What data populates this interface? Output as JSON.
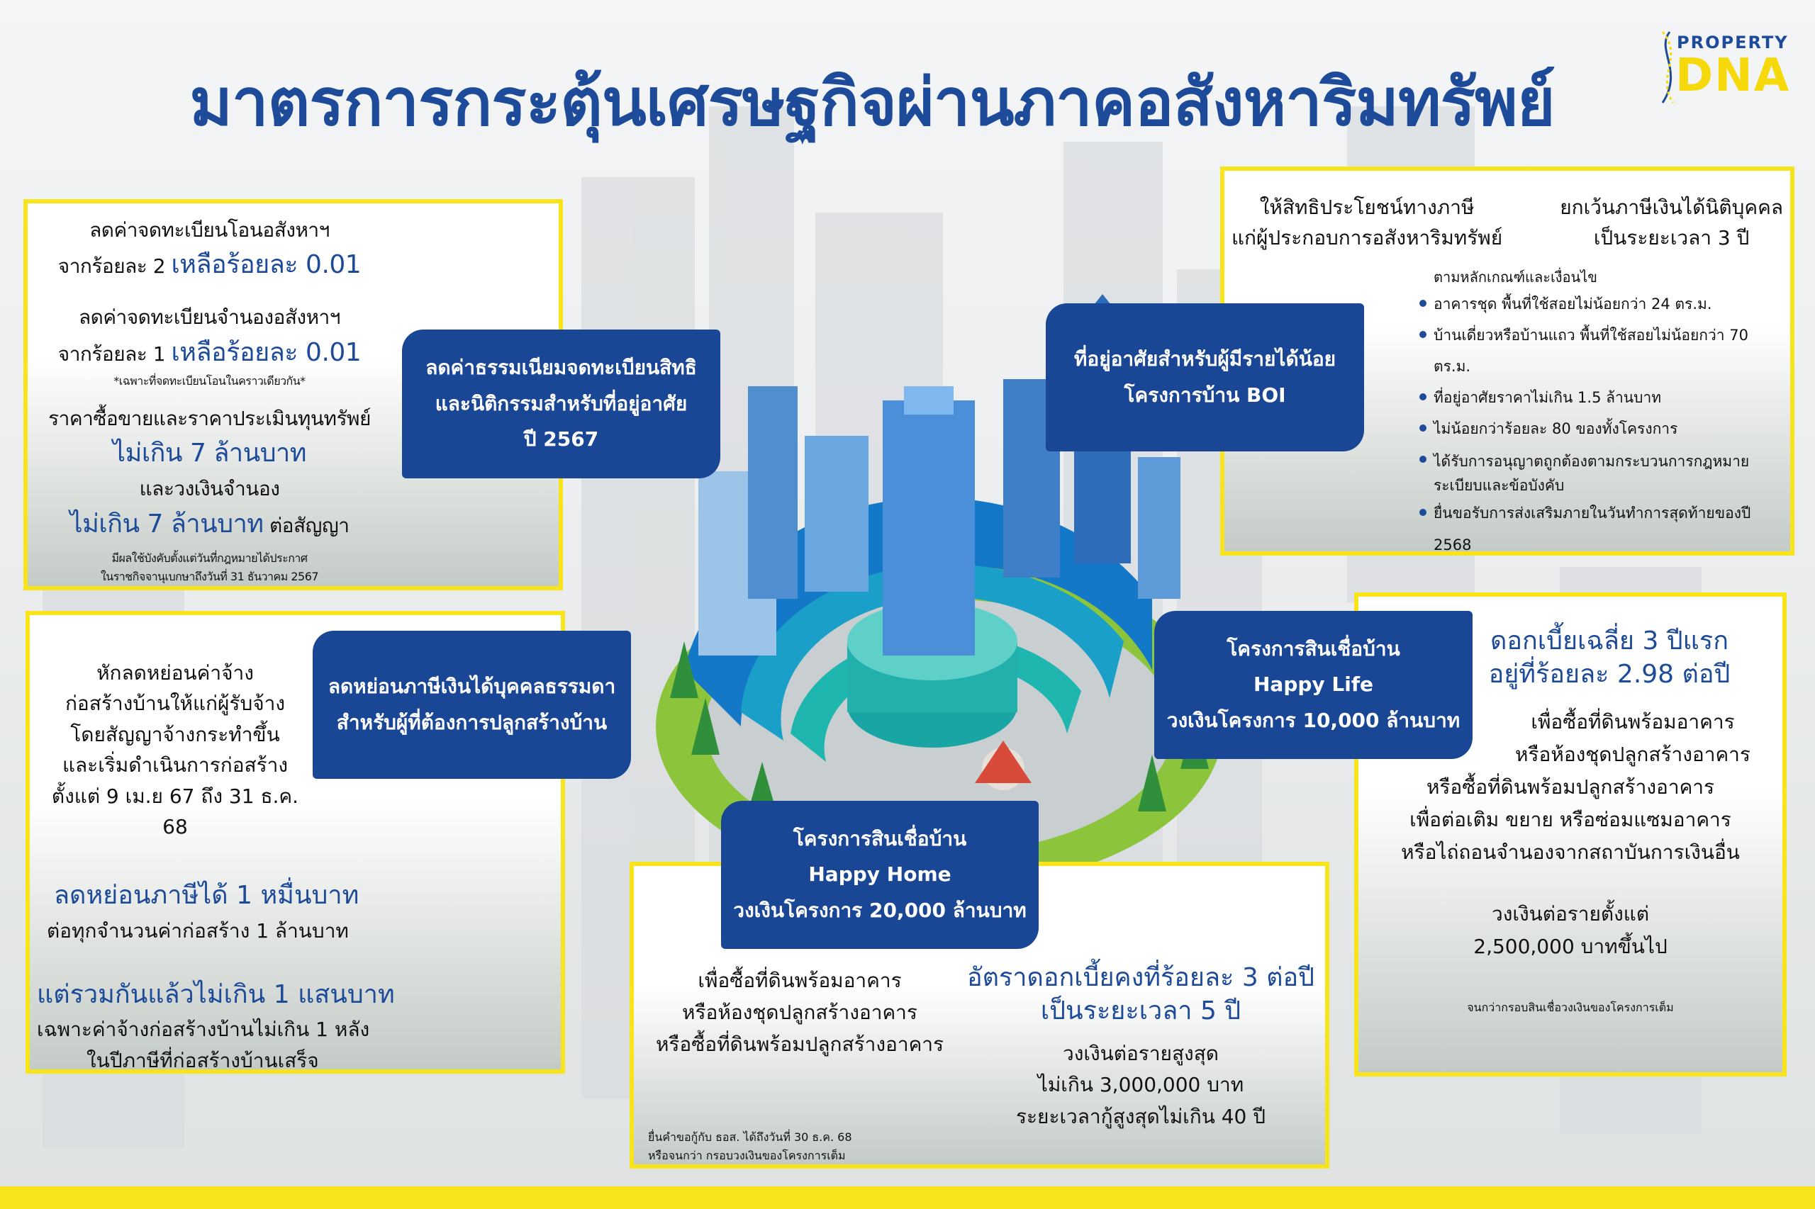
{
  "title": "มาตรการกระตุ้นเศรษฐกิจผ่านภาคอสังหาริมทรัพย์",
  "logo": {
    "top": "PROPERTY",
    "bottom": "DNA"
  },
  "colors": {
    "brand_blue": "#1a4696",
    "accent_yellow": "#f7e41a",
    "highlight_blue": "#1d4b9a"
  },
  "box1": {
    "l1": "ลดค่าจดทะเบียนโอนอสังหาฯ",
    "l2a": "จากร้อยละ 2 ",
    "l2b": "เหลือร้อยละ 0.01",
    "l3": "ลดค่าจดทะเบียนจำนองอสังหาฯ",
    "l4a": "จากร้อยละ 1 ",
    "l4b": "เหลือร้อยละ 0.01",
    "note1": "*เฉพาะที่จดทะเบียนโอนในคราวเดียวกัน*",
    "l5": "ราคาซื้อขายและราคาประเมินทุนทรัพย์",
    "l6": "ไม่เกิน 7 ล้านบาท",
    "l7": "และวงเงินจำนอง",
    "l8a": "ไม่เกิน 7 ล้านบาท",
    "l8b": " ต่อสัญญา",
    "note2": "มีผลใช้บังคับตั้งแต่วันที่กฎหมายได้ประกาศ",
    "note3": "ในราชกิจจานุเบกษาถึงวันที่ 31 ธันวาคม 2567"
  },
  "label1": [
    "ลดค่าธรรมเนียมจดทะเบียนสิทธิ",
    "และนิติกรรมสำหรับที่อยู่อาศัย",
    "ปี 2567"
  ],
  "box2": {
    "c1": [
      "ให้สิทธิประโยชน์ทางภาษี",
      "แก่ผู้ประกอบการอสังหาริมทรัพย์"
    ],
    "c2": [
      "ยกเว้นภาษีเงินได้นิติบุคคล",
      "เป็นระยะเวลา 3 ปี"
    ],
    "cond_title": "ตามหลักเกณฑ์และเงื่อนไข",
    "conds": [
      "อาคารชุด พื้นที่ใช้สอยไม่น้อยกว่า 24 ตร.ม.",
      "บ้านเดี่ยวหรือบ้านแถว พื้นที่ใช้สอยไม่น้อยกว่า 70 ตร.ม.",
      "ที่อยู่อาศัยราคาไม่เกิน 1.5 ล้านบาท",
      "ไม่น้อยกว่าร้อยละ 80 ของทั้งโครงการ",
      "ได้รับการอนุญาตถูกต้องตามกระบวนการกฎหมาย ระเบียบและข้อบังคับ",
      "ยื่นขอรับการส่งเสริมภายในวันทำการสุดท้ายของปี 2568"
    ]
  },
  "label2": [
    "ที่อยู่อาศัยสำหรับผู้มีรายได้น้อย",
    "โครงการบ้าน BOI"
  ],
  "box3": {
    "lines": [
      "หักลดหย่อนค่าจ้าง",
      "ก่อสร้างบ้านให้แก่ผู้รับจ้าง",
      "โดยสัญญาจ้างกระทำขึ้น",
      "และเริ่มดำเนินการก่อสร้าง",
      "ตั้งแต่ 9 เม.ย 67 ถึง 31 ธ.ค. 68"
    ],
    "h1": "ลดหย่อนภาษีได้ 1 หมื่นบาท",
    "s1": "ต่อทุกจำนวนค่าก่อสร้าง 1 ล้านบาท",
    "h2": "แต่รวมกันแล้วไม่เกิน 1 แสนบาท",
    "s2": "เฉพาะค่าจ้างก่อสร้างบ้านไม่เกิน 1 หลัง",
    "s3": "ในปีภาษีที่ก่อสร้างบ้านเสร็จ"
  },
  "label3": [
    "ลดหย่อนภาษีเงินได้บุคคลธรรมดา",
    "สำหรับผู้ที่ต้องการปลูกสร้างบ้าน"
  ],
  "box4": {
    "h": [
      "ดอกเบี้ยเฉลี่ย 3 ปีแรก",
      "อยู่ที่ร้อยละ 2.98 ต่อปี"
    ],
    "lines": [
      "เพื่อซื้อที่ดินพร้อมอาคาร",
      "หรือห้องชุดปลูกสร้างอาคาร",
      "หรือซื้อที่ดินพร้อมปลูกสร้างอาคาร",
      "เพื่อต่อเติม ขยาย หรือซ่อมแซมอาคาร",
      "หรือไถ่ถอนจำนองจากสถาบันการเงินอื่น"
    ],
    "limit": [
      "วงเงินต่อรายตั้งแต่",
      "2,500,000 บาทขึ้นไป"
    ],
    "note": "จนกว่ากรอบสินเชื่อวงเงินของโครงการเต็ม"
  },
  "label4": [
    "โครงการสินเชื่อบ้าน",
    "Happy Life",
    "วงเงินโครงการ 10,000 ล้านบาท"
  ],
  "box5": {
    "left": [
      "เพื่อซื้อที่ดินพร้อมอาคาร",
      "หรือห้องชุดปลูกสร้างอาคาร",
      "หรือซื้อที่ดินพร้อมปลูกสร้างอาคาร"
    ],
    "h": [
      "อัตราดอกเบี้ยคงที่ร้อยละ 3 ต่อปี",
      "เป็นระยะเวลา 5 ปี"
    ],
    "right": [
      "วงเงินต่อรายสูงสุด",
      "ไม่เกิน 3,000,000 บาท",
      "ระยะเวลากู้สูงสุดไม่เกิน 40 ปี"
    ],
    "note": [
      "ยื่นคำขอกู้กับ ธอส. ได้ถึงวันที่ 30 ธ.ค. 68",
      "หรือจนกว่า กรอบวงเงินของโครงการเต็ม"
    ]
  },
  "label5": [
    "โครงการสินเชื่อบ้าน",
    "Happy Home",
    "วงเงินโครงการ 20,000 ล้านบาท"
  ]
}
